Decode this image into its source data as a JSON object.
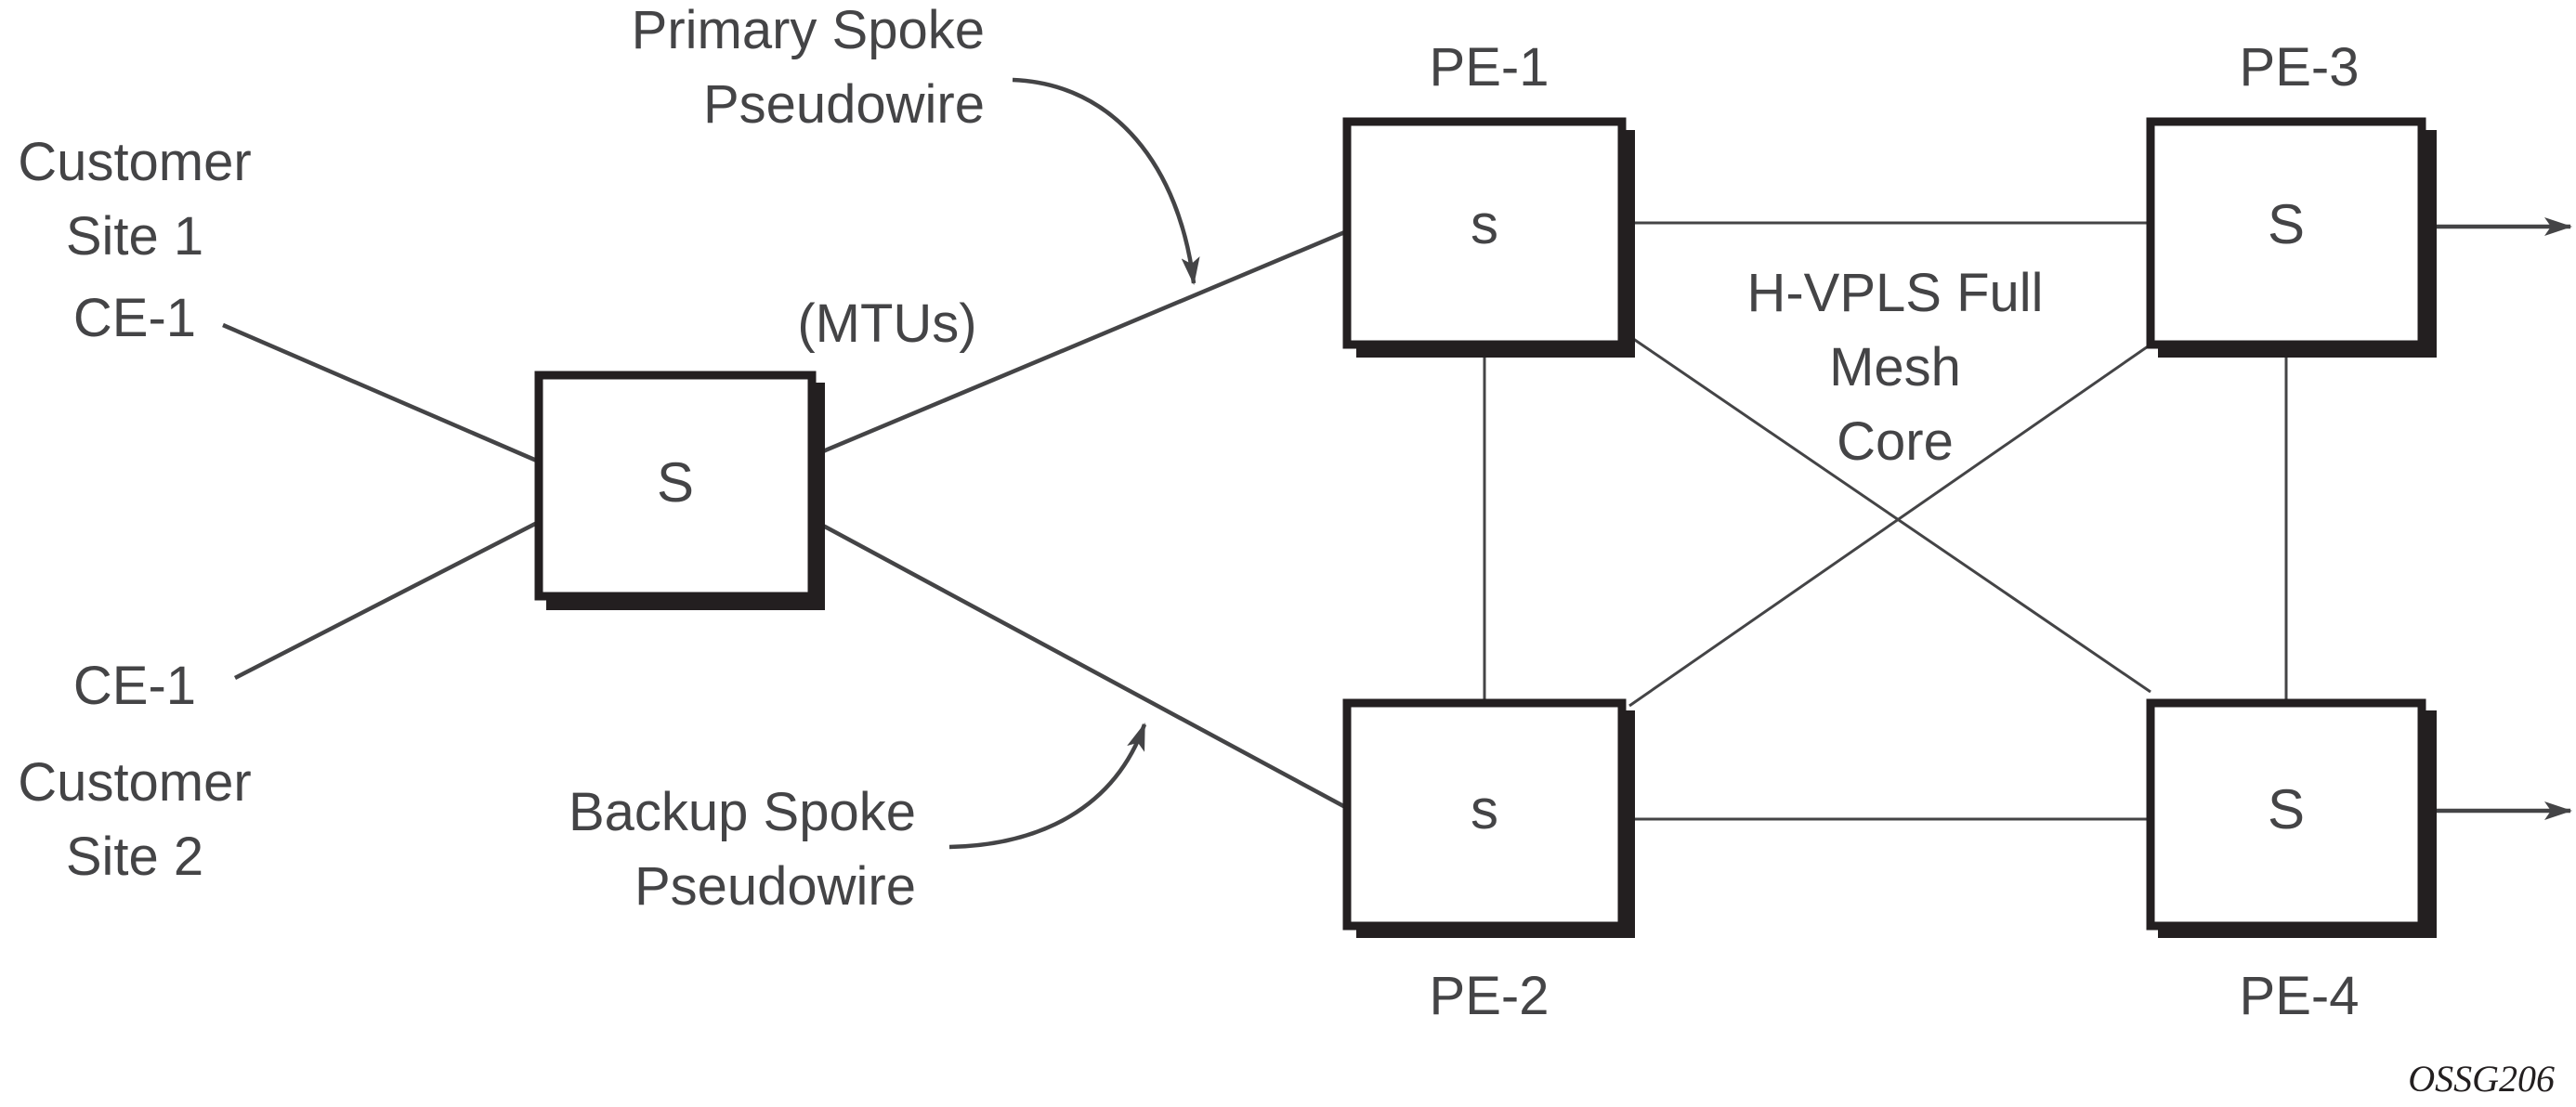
{
  "figure_id": "OSSG206",
  "labels": {
    "primary_spoke": [
      "Primary Spoke",
      "Pseudowire"
    ],
    "backup_spoke": [
      "Backup Spoke",
      "Pseudowire"
    ],
    "customer_site_1": [
      "Customer",
      "Site 1"
    ],
    "customer_site_2": [
      "Customer",
      "Site 2"
    ],
    "ce_top": "CE-1",
    "ce_bottom": "CE-1",
    "mtus": "(MTUs)",
    "core": [
      "H-VPLS Full",
      "Mesh",
      "Core"
    ]
  },
  "nodes": {
    "mtu": {
      "symbol": "S"
    },
    "pe1": {
      "name": "PE-1",
      "symbol": "s"
    },
    "pe2": {
      "name": "PE-2",
      "symbol": "s"
    },
    "pe3": {
      "name": "PE-3",
      "symbol": "S"
    },
    "pe4": {
      "name": "PE-4",
      "symbol": "S"
    }
  },
  "colors": {
    "line": "#444446",
    "box_border": "#231f20",
    "text": "#444446"
  }
}
